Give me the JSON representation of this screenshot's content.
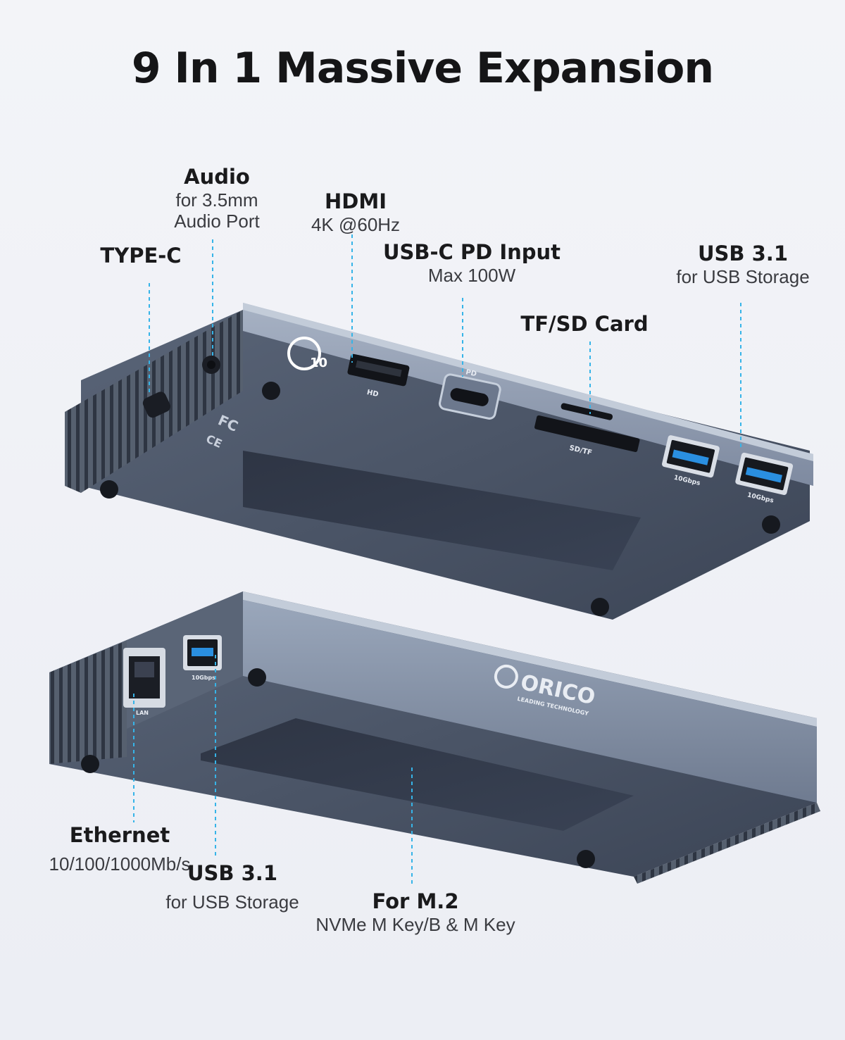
{
  "title": "9 In 1 Massive Expansion",
  "colors": {
    "background": "#eef0f5",
    "device_body": "#4b5567",
    "device_top": "#8b98ad",
    "leader_line": "#36b4e8",
    "port_blue": "#2a8fe0"
  },
  "labels": {
    "typec": {
      "title": "TYPE-C"
    },
    "audio": {
      "title": "Audio",
      "sub1": "for 3.5mm",
      "sub2": "Audio Port"
    },
    "hdmi": {
      "title": "HDMI",
      "sub1": "4K @60Hz"
    },
    "pd": {
      "title": "USB-C PD Input",
      "sub1": "Max 100W"
    },
    "sd": {
      "title": "TF/SD Card"
    },
    "usb_top": {
      "title": "USB 3.1",
      "sub1": "for USB Storage"
    },
    "ethernet": {
      "title": "Ethernet",
      "sub1": "10/100/1000Mb/s"
    },
    "usb_bottom": {
      "title": "USB 3.1",
      "sub1": "for USB Storage"
    },
    "m2": {
      "title": "For M.2",
      "sub1": "NVMe M Key/B & M Key"
    }
  },
  "device_marks": {
    "speed_badge": "10",
    "hdmi_port": "HD",
    "pd_port": "PD",
    "sd_port": "SD/TF",
    "usb_speed_1": "10Gbps",
    "usb_speed_2": "10Gbps",
    "usb_speed_3": "10Gbps",
    "lan_port": "LAN",
    "brand": "ORICO",
    "brand_tagline": "LEADING TECHNOLOGY",
    "fcc_mark": "FC",
    "ce_mark": "CE"
  }
}
